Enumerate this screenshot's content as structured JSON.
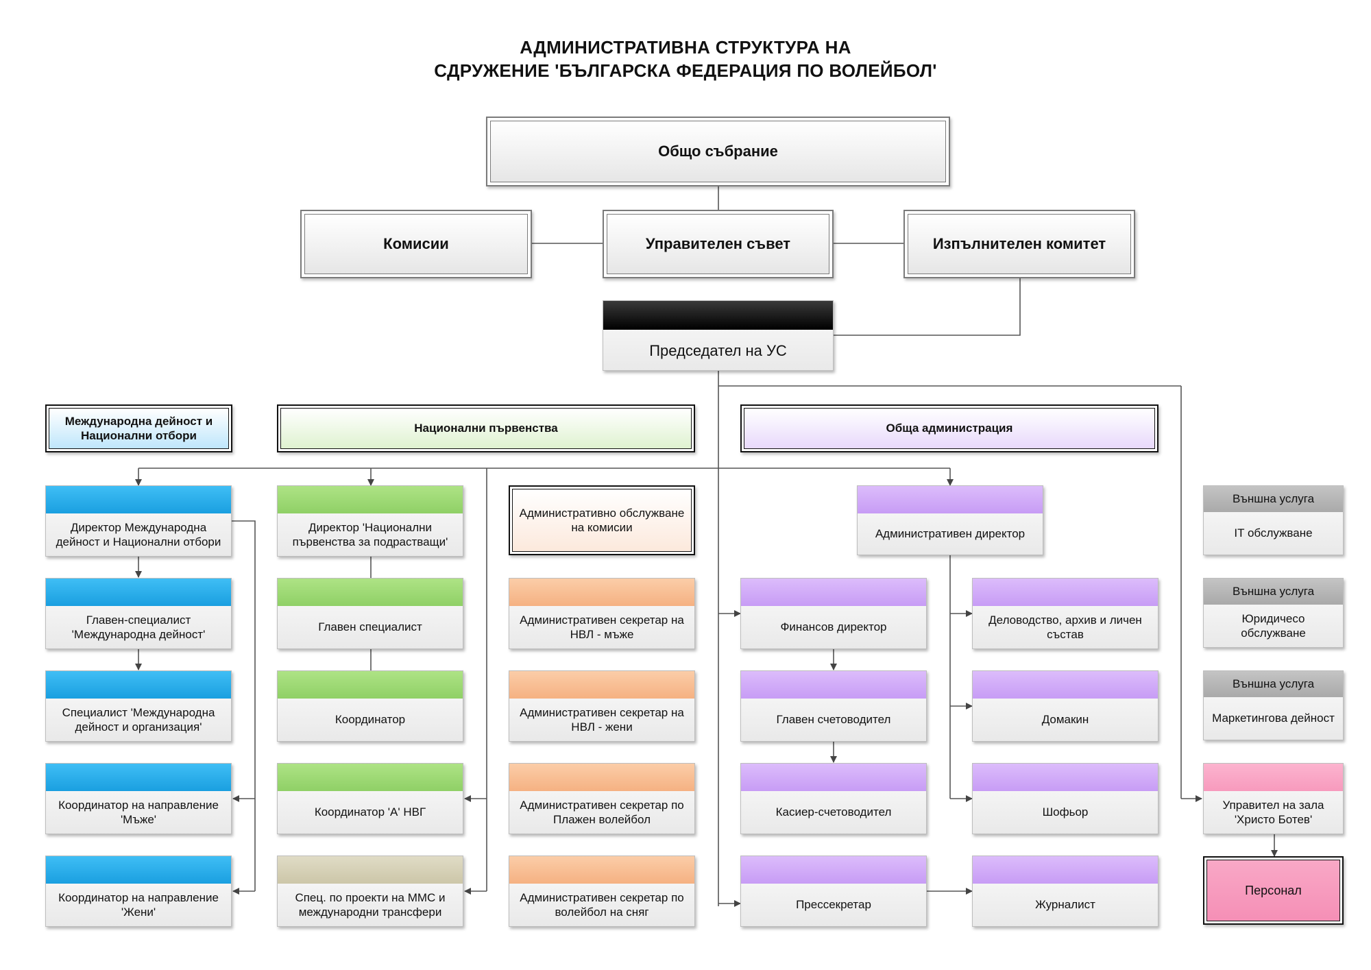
{
  "title": {
    "line1": "АДМИНИСТРАТИВНА СТРУКТУРА НА",
    "line2": "СДРУЖЕНИЕ 'БЪЛГАРСКА ФЕДЕРАЦИЯ ПО ВОЛЕЙБОЛ'"
  },
  "top": {
    "general_assembly": "Общо събрание",
    "commissions": "Комисии",
    "board": "Управителен съвет",
    "executive_committee": "Изпълнителен комитет",
    "chairman": "Председател на УС"
  },
  "categories": {
    "international": "Международна дейност и Национални отбори",
    "national": "Национални първенства",
    "general_admin": "Обща администрация",
    "commission_service": "Административно обслужване на комисии"
  },
  "international": {
    "director": "Директор Международна дейност и Национални отбори",
    "chief_specialist": "Главен-специалист 'Международна дейност'",
    "specialist": "Специалист 'Международна дейност и организация'",
    "coord_men": "Координатор на направление 'Мъже'",
    "coord_women": "Координатор на направление 'Жени'"
  },
  "national": {
    "director": "Директор 'Национални първенства за подрастващи'",
    "chief_specialist": "Главен специалист",
    "coordinator": "Координатор",
    "coord_a": "Координатор 'А' НВГ",
    "projects": "Спец. по проекти на ММС и международни трансфери"
  },
  "secretaries": {
    "men": "Административен секретар на НВЛ - мъже",
    "women": "Административен секретар на НВЛ - жени",
    "beach": "Административен секретар по Плажен волейбол",
    "snow": "Административен секретар по волейбол на сняг"
  },
  "admin": {
    "director": "Административен директор",
    "finance": "Финансов директор",
    "chief_accountant": "Главен счетоводител",
    "cashier": "Касиер-счетоводител",
    "press": "Прессекретар",
    "records": "Деловодство, архив и личен състав",
    "housekeeper": "Домакин",
    "driver": "Шофьор",
    "journalist": "Журналист"
  },
  "external": {
    "band": "Външна услуга",
    "it": "IT обслужване",
    "legal": "Юридичесо обслужване",
    "marketing": "Маркетингова дейност",
    "hall_manager": "Управител на зала 'Христо Ботев'",
    "staff": "Персонал"
  }
}
